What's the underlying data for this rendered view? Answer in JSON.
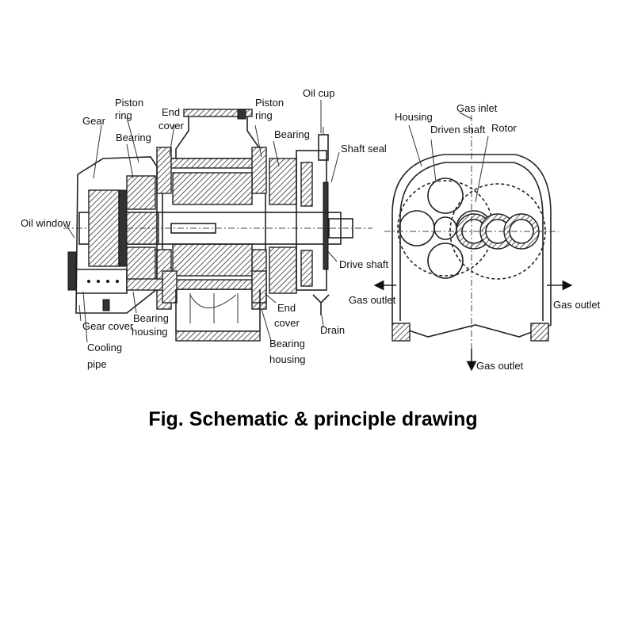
{
  "caption": "Fig. Schematic & principle drawing",
  "labels": {
    "gear": "Gear",
    "piston_ring_left_1": "Piston",
    "piston_ring_left_2": "ring",
    "end_cover_top_1": "End",
    "end_cover_top_2": "cover",
    "bearing_left": "Bearing",
    "piston_ring_right_1": "Piston",
    "piston_ring_right_2": "ring",
    "bearing_right": "Bearing",
    "oil_cup": "Oil cup",
    "shaft_seal": "Shaft seal",
    "oil_window": "Oil window",
    "drive_shaft": "Drive shaft",
    "gas_outlet_left": "Gas outlet",
    "gear_cover": "Gear cover",
    "bearing_housing_left_1": "Bearing",
    "bearing_housing_left_2": "housing",
    "cooling_pipe_1": "Cooling",
    "cooling_pipe_2": "pipe",
    "end_cover_bottom_1": "End",
    "end_cover_bottom_2": "cover",
    "bearing_housing_right_1": "Bearing",
    "bearing_housing_right_2": "housing",
    "drain": "Drain",
    "housing": "Housing",
    "gas_inlet": "Gas inlet",
    "driven_shaft": "Driven shaft",
    "rotor": "Rotor",
    "gas_outlet_right": "Gas outlet",
    "gas_outlet_bottom": "Gas outlet"
  }
}
